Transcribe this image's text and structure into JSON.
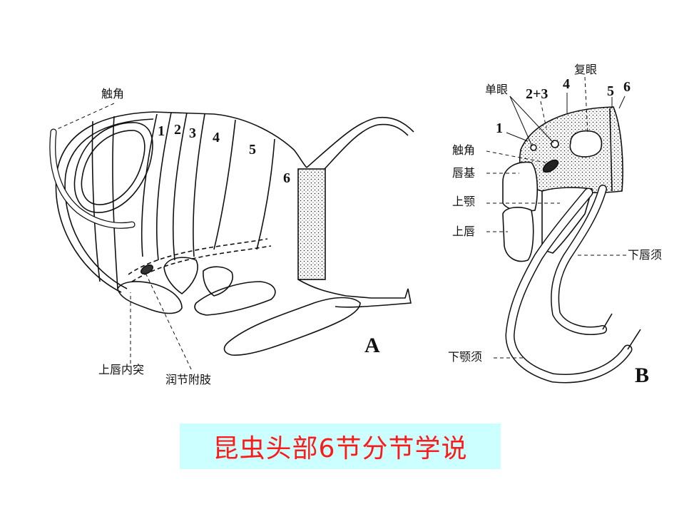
{
  "figure_a": {
    "panel_label": "A",
    "labels": {
      "antenna": "触角",
      "tentorium": "上唇内突",
      "appendage": "润节附肢"
    },
    "segments": [
      "1",
      "2",
      "3",
      "4",
      "5",
      "6"
    ]
  },
  "figure_b": {
    "panel_label": "B",
    "labels": {
      "compound_eye": "复眼",
      "ocelli": "单眼",
      "antenna": "触角",
      "clypeus": "唇基",
      "mandible": "上颚",
      "labrum": "上唇",
      "labial_palp": "下唇须",
      "maxillary_palp": "下颚须"
    },
    "segments": [
      "1",
      "2+3",
      "4",
      "5",
      "6"
    ]
  },
  "caption": "昆虫头部6节分节学说",
  "colors": {
    "caption_bg": "#ccffff",
    "caption_text": "#ff1a1a"
  }
}
